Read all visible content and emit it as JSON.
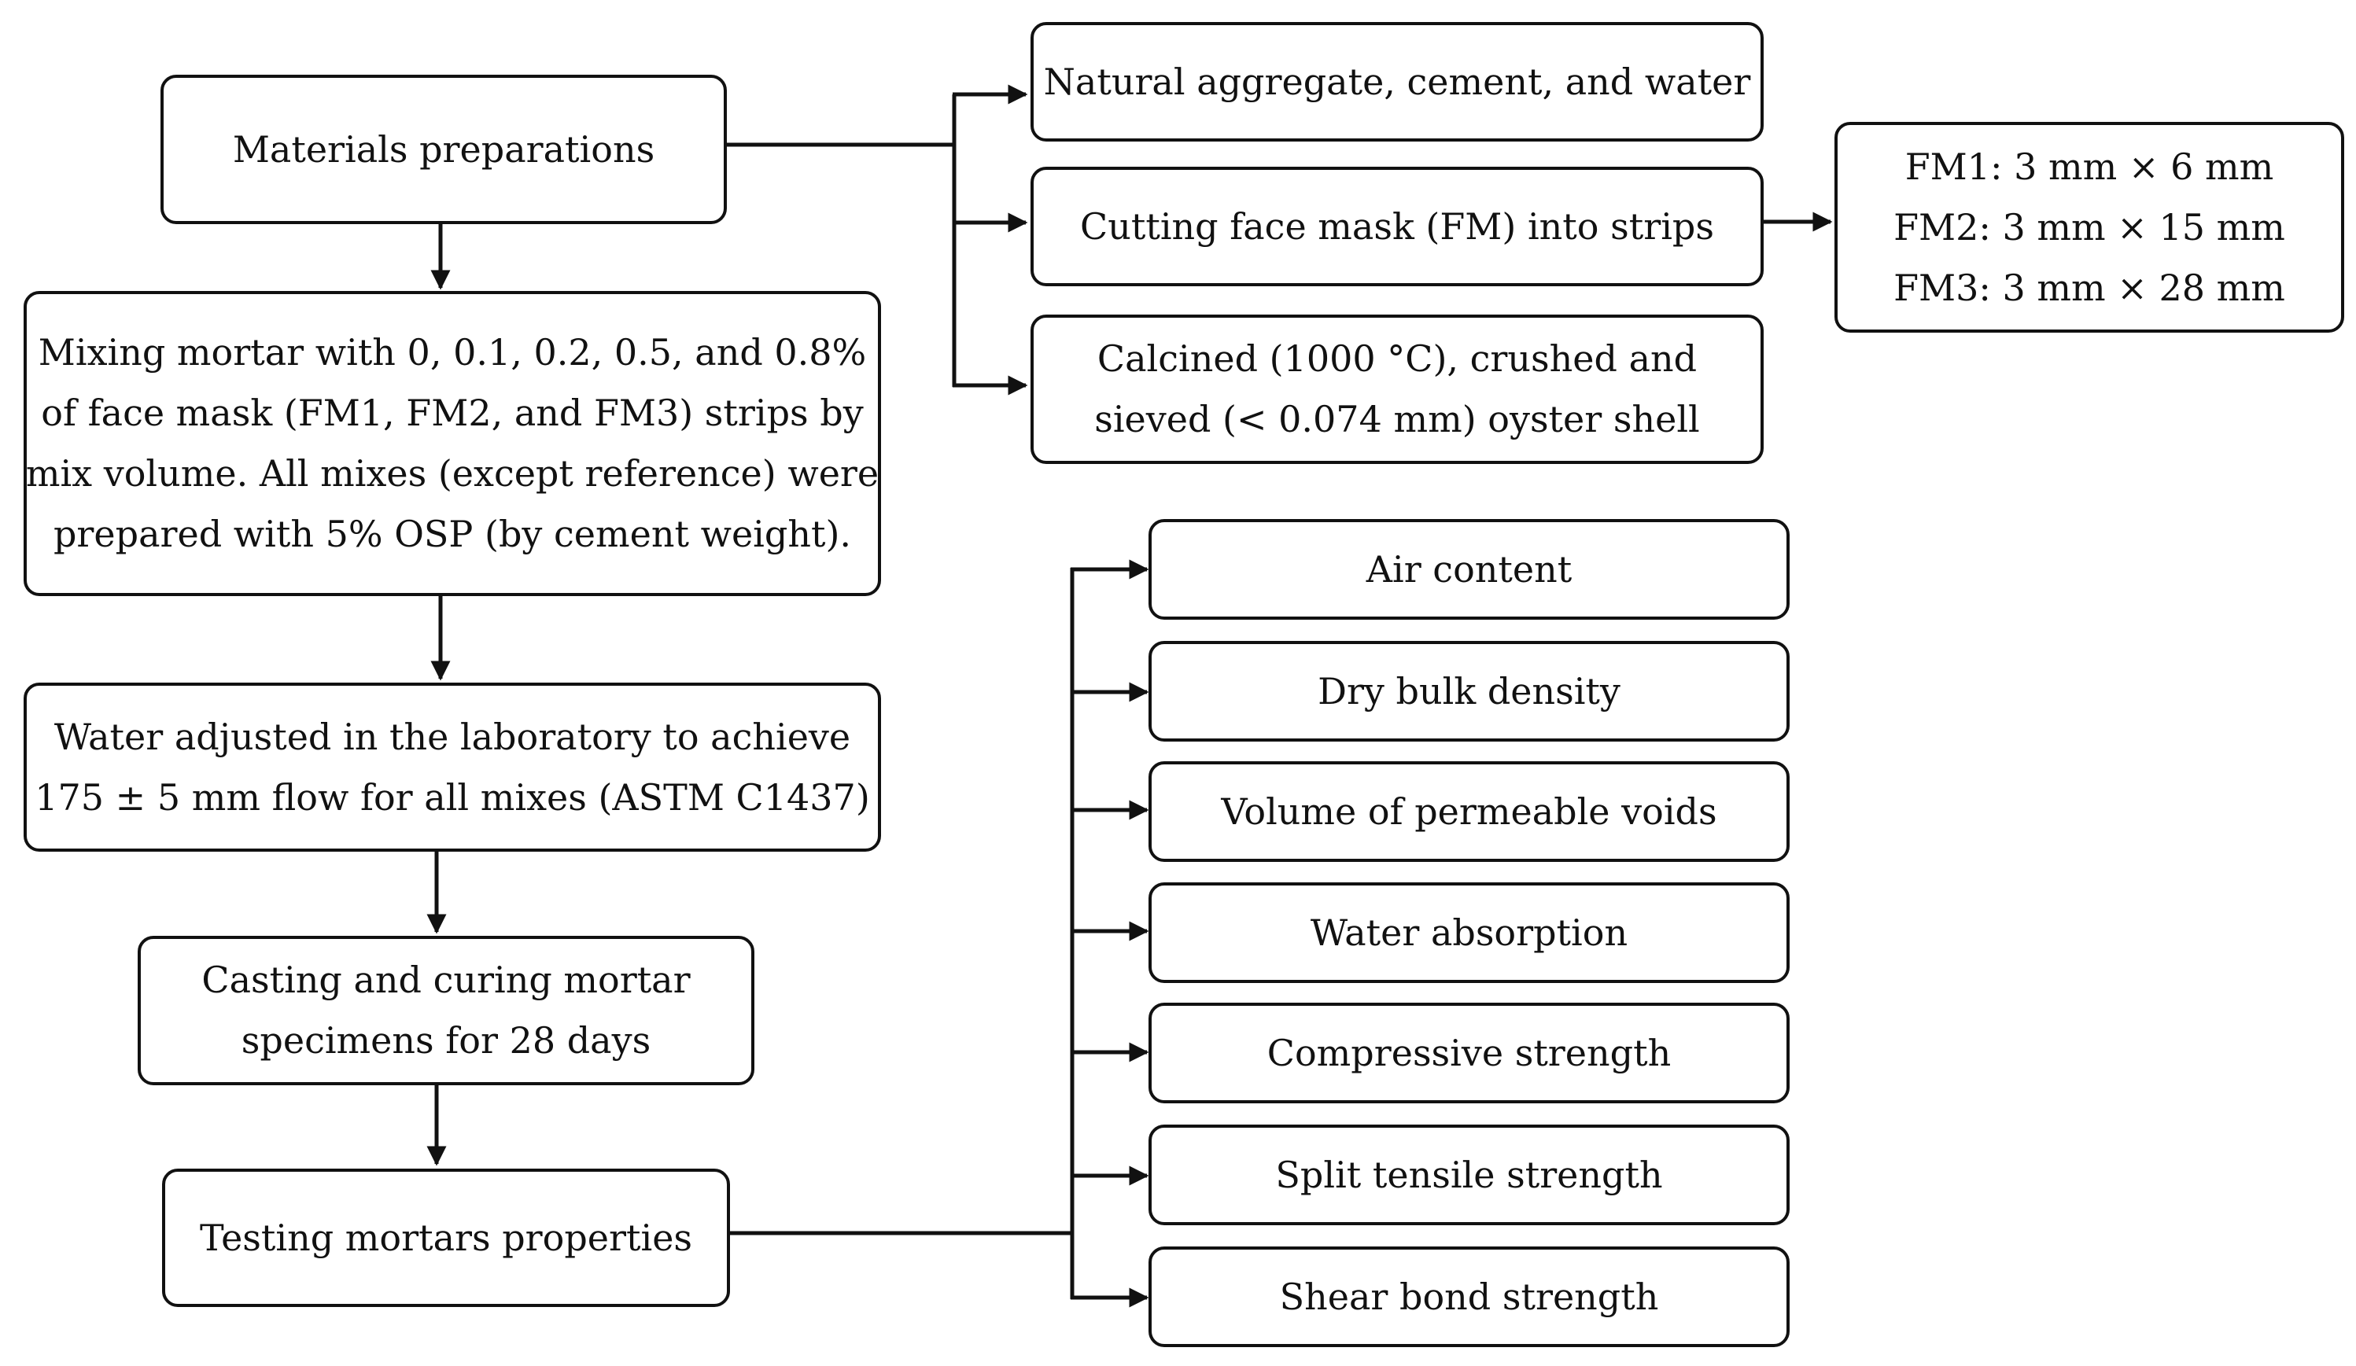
{
  "diagram": {
    "materials": {
      "label": "Materials preparations"
    },
    "mixing": {
      "lines": [
        "Mixing mortar with 0, 0.1, 0.2, 0.5, and 0.8%",
        "of face mask (FM1, FM2, and FM3) strips by",
        "mix volume. All mixes (except reference) were",
        "prepared with 5% OSP (by cement weight)."
      ]
    },
    "water": {
      "lines": [
        "Water adjusted in the laboratory to achieve",
        "175 ± 5 mm flow for all mixes (ASTM C1437)"
      ]
    },
    "casting": {
      "lines": [
        "Casting and curing mortar",
        "specimens for 28 days"
      ]
    },
    "testing": {
      "label": "Testing mortars properties"
    },
    "natural": {
      "label": "Natural aggregate, cement, and water"
    },
    "cutting": {
      "label": "Cutting face mask (FM) into strips"
    },
    "calcined": {
      "lines": [
        "Calcined (1000 °C), crushed and",
        "sieved (< 0.074 mm) oyster shell"
      ]
    },
    "fm_sizes": {
      "lines": [
        "FM1: 3 mm × 6 mm",
        "FM2: 3 mm × 15 mm",
        "FM3: 3 mm × 28 mm"
      ]
    },
    "tests": [
      "Air content",
      "Dry bulk density",
      "Volume of permeable voids",
      "Water absorption",
      "Compressive strength",
      "Split tensile strength",
      "Shear bond strength"
    ]
  }
}
